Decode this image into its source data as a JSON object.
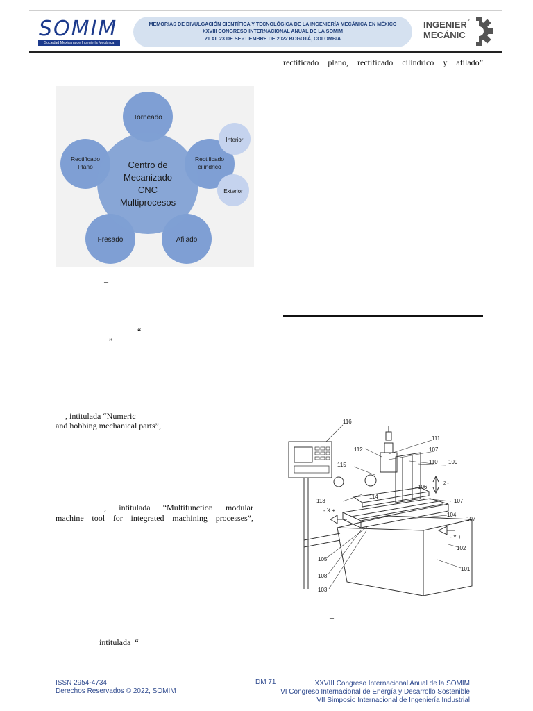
{
  "header": {
    "logo_left": {
      "word": "SOMIM",
      "tagline": "Sociedad Mexicana de Ingeniería Mecánica"
    },
    "banner_lines": [
      "MEMORIAS DE DIVULGACIÓN CIENTÍFICA Y TECNOLÓGICA DE LA INGENIERÍA MECÁNICA EN MÉXICO",
      "XXVIII CONGRESO INTERNACIONAL ANUAL DE LA SOMIM",
      "21 AL 23 DE SEPTIEMBRE DE 2022 BOGOTÁ, COLOMBIA"
    ],
    "logo_right": {
      "line1": "INGENIERÍA",
      "line2": "MECÁNICA"
    }
  },
  "right_column": {
    "top_line": "rectificado plano, rectificado cilíndrico y afilado”"
  },
  "diagram": {
    "center": [
      "Centro de",
      "Mecanizado",
      "CNC",
      "Multiprocesos"
    ],
    "nodes": {
      "top": "Torneado",
      "left": [
        "Rectificado",
        "Plano"
      ],
      "right": [
        "Rectificado",
        "cilíndrico"
      ],
      "bottom_left": "Fresado",
      "bottom_right": "Afilado",
      "small_top": "Interior",
      "small_bottom": "Exterior"
    },
    "colors": {
      "main": "#7f9fd4",
      "small": "#c5d3ee",
      "bg": "#f2f2f2"
    }
  },
  "left_column": {
    "dash1": "–",
    "quote_open": "“",
    "quote_close": "”",
    "para1_line1": ", intitulada “Numeric",
    "para1_line2": "and hobbing mechanical parts”,",
    "para2_line1": ",   intitulada   “Multifunction   modular",
    "para2_line2": "machine tool for integrated machining processes”,",
    "para3": "intitulada  “"
  },
  "figure": {
    "caption_dash": "–",
    "labels": [
      "116",
      "111",
      "107",
      "112",
      "110",
      "109",
      "115",
      "106",
      "113",
      "114",
      "107",
      "104",
      "107",
      "105",
      "102",
      "101",
      "108",
      "103"
    ],
    "axis_labels": {
      "x": "- X +",
      "y": "- Y +",
      "z": "+ Z -"
    }
  },
  "footer": {
    "issn": "ISSN 2954-4734",
    "rights": "Derechos Reservados © 2022, SOMIM",
    "page": "DM 71",
    "right_lines": [
      "XXVIII Congreso Internacional Anual de la SOMIM",
      "VI Congreso Internacional de Energía y Desarrollo Sostenible",
      "VII Simposio Internacional de Ingeniería Industrial"
    ]
  }
}
